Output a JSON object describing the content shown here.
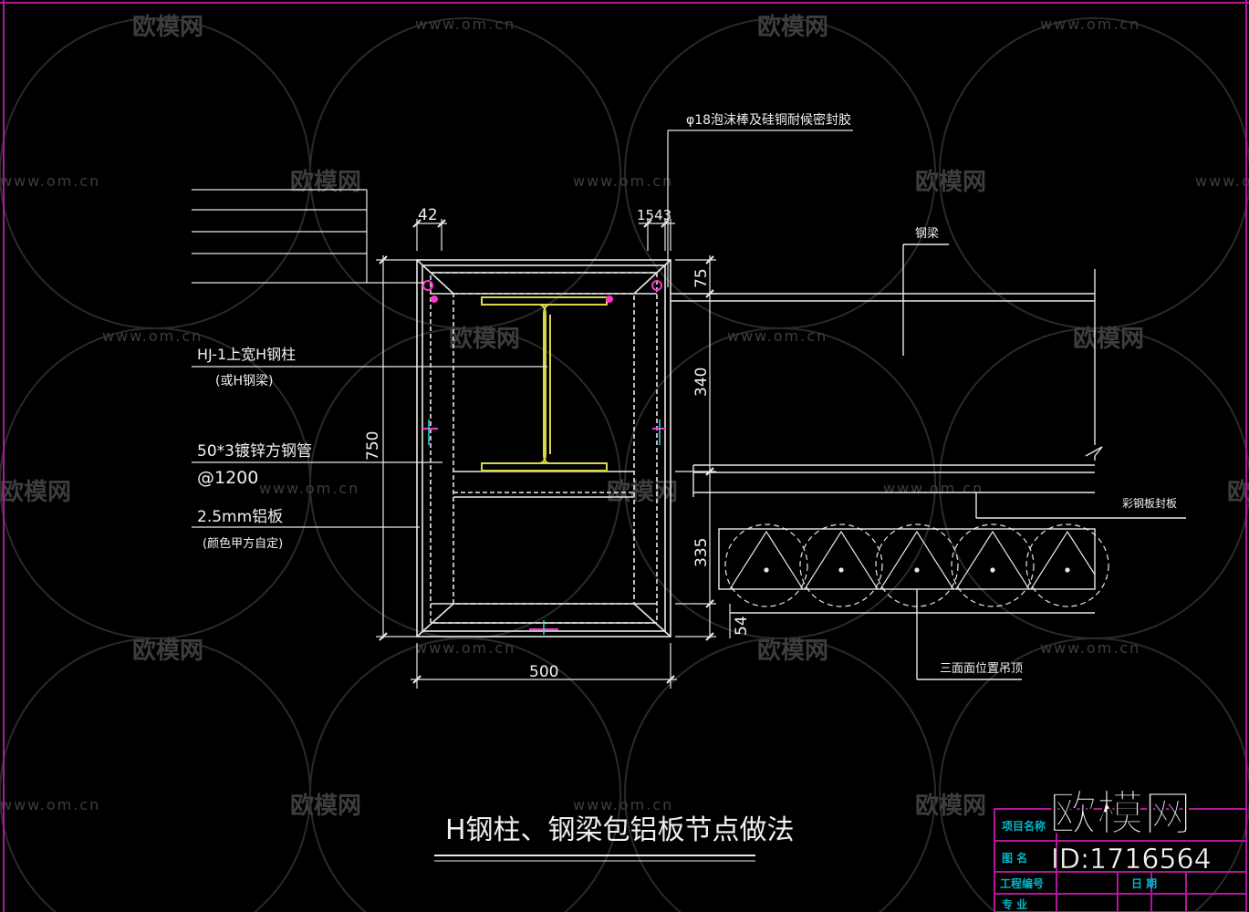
{
  "labels": {
    "top_note": "φ18泡沫棒及硅铜耐候密封胶",
    "steel_beam": "钢梁",
    "column_label_1": "HJ-1上宽H钢柱",
    "column_label_2": "(或H钢梁)",
    "tube_label_1": "50*3镀锌方钢管",
    "tube_label_2": "@1200",
    "plate_label_1": "2.5mm铝板",
    "plate_label_2": "(颜色甲方自定)",
    "side_seal": "彩钢板封板",
    "hanger": "三面面位置吊顶",
    "title": "H钢柱、钢梁包铝板节点做法"
  },
  "dimensions": {
    "d42": "42",
    "d1543": "1543",
    "d75": "75",
    "d340": "340",
    "d335": "335",
    "d54": "54",
    "d750": "750",
    "d500": "500"
  },
  "title_block": {
    "project": "项目名称",
    "drawing": "图  名",
    "proj_no": "工程编号",
    "date_label": "日  期",
    "dept": "专  业"
  },
  "watermark": {
    "brand": "欧模网",
    "url": "www.om.cn",
    "id": "ID:1716564"
  },
  "colors": {
    "background": "#000000",
    "line": "#ffffff",
    "frame": "#b0179a",
    "hbeam": "#d8d84a",
    "accent": "#ff33cc",
    "title_block": "#00b7c8",
    "watermark": "#3b3b3b"
  }
}
